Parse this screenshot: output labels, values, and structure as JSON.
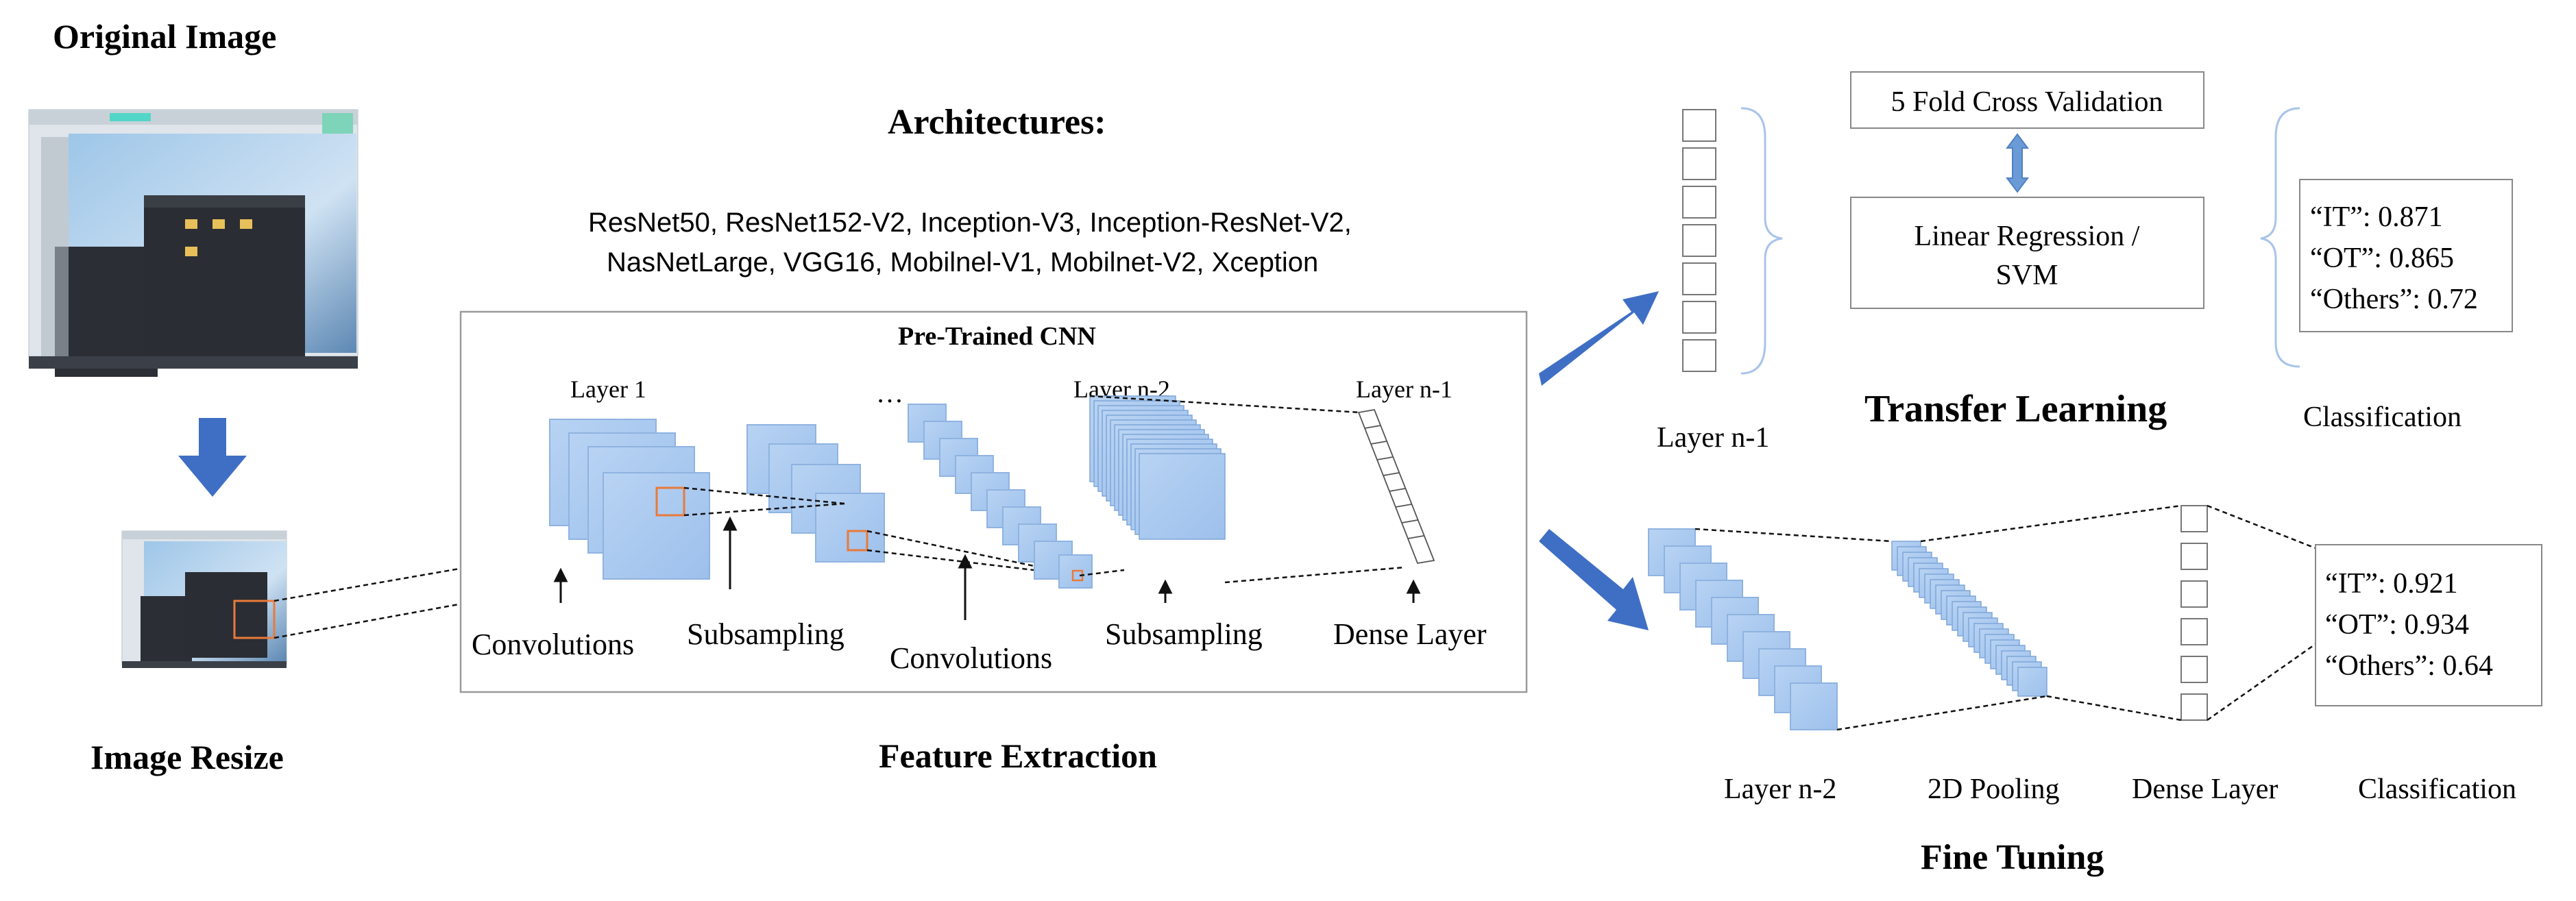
{
  "left": {
    "original_title": "Original Image",
    "resize_title": "Image Resize"
  },
  "architectures": {
    "title": "Architectures:",
    "line1": "ResNet50, ResNet152-V2, Inception-V3, Inception-ResNet-V2,",
    "line2": "NasNetLarge, VGG16, Mobilnel-V1, Mobilnet-V2, Xception"
  },
  "cnn": {
    "box_title": "Pre-Trained CNN",
    "layer1": "Layer 1",
    "ellipsis": "…",
    "layer_n2": "Layer n-2",
    "layer_n1": "Layer n-1",
    "convolutions_1": "Convolutions",
    "subsampling_1": "Subsampling",
    "convolutions_2": "Convolutions",
    "subsampling_2": "Subsampling",
    "dense_layer": "Dense Layer",
    "caption": "Feature Extraction"
  },
  "transfer": {
    "cross_validation": "5 Fold Cross Validation",
    "regression_line1": "Linear Regression /",
    "regression_line2": "SVM",
    "layer_label": "Layer n-1",
    "title": "Transfer Learning",
    "results": [
      "“IT”: 0.871",
      "“OT”: 0.865",
      "“Others”: 0.72"
    ],
    "classification": "Classification"
  },
  "finetune": {
    "layer_n2": "Layer n-2",
    "pooling": "2D Pooling",
    "dense": "Dense Layer",
    "classification": "Classification",
    "results": [
      "“IT”: 0.921",
      "“OT”: 0.934",
      "“Others”: 0.64"
    ],
    "title": "Fine Tuning"
  },
  "colors": {
    "block_fill": "#a9c8ef",
    "block_stroke": "#8fb3e0",
    "arrow_blue": "#3f6fc4",
    "orange": "#e87a3a"
  }
}
